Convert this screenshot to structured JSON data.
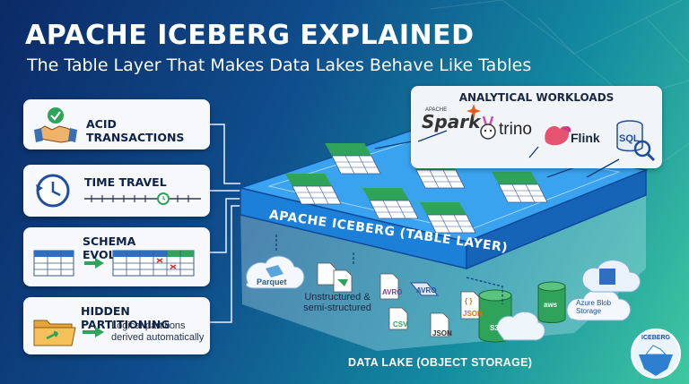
{
  "header": {
    "title": "APACHE ICEBERG EXPLAINED",
    "subtitle": "The Table Layer That Makes Data Lakes Behave Like Tables"
  },
  "features": [
    {
      "title": "ACID TRANSACTIONS",
      "icon": "handshake-icon"
    },
    {
      "title": "TIME TRAVEL",
      "icon": "clock-history-icon"
    },
    {
      "title": "SCHEMA EVOLUTION",
      "icon": "table-grid-icon"
    },
    {
      "title": "HIDDEN PARTITIONING",
      "icon": "folder-icon",
      "description": "Logical partitions derived automatically"
    }
  ],
  "workloads": {
    "title": "ANALYTICAL WORKLOADS",
    "engines": [
      "Spark",
      "trino",
      "Flink",
      "SQL"
    ],
    "spark_prefix": "APACHE"
  },
  "table_layer": {
    "label": "APACHE ICEBERG (TABLE LAYER)"
  },
  "data_lake": {
    "label": "DATA LAKE (OBJECT STORAGE)",
    "files": {
      "parquet": "Parquet",
      "unstructured": "Unstructured & semi-structured",
      "avro": "AVRO",
      "csv": "CSV",
      "json1": "JSON",
      "json2": "JSON",
      "json_braces": "{ }",
      "s3": "S3",
      "aws": "aws",
      "azure": "Azure Blob Storage"
    }
  },
  "badge": {
    "label": "ICEBERG"
  },
  "colors": {
    "slab": "#1c8ee8",
    "card": "#f6f8fb",
    "accent_green": "#2fa35a",
    "title_text": "#ffffff"
  }
}
